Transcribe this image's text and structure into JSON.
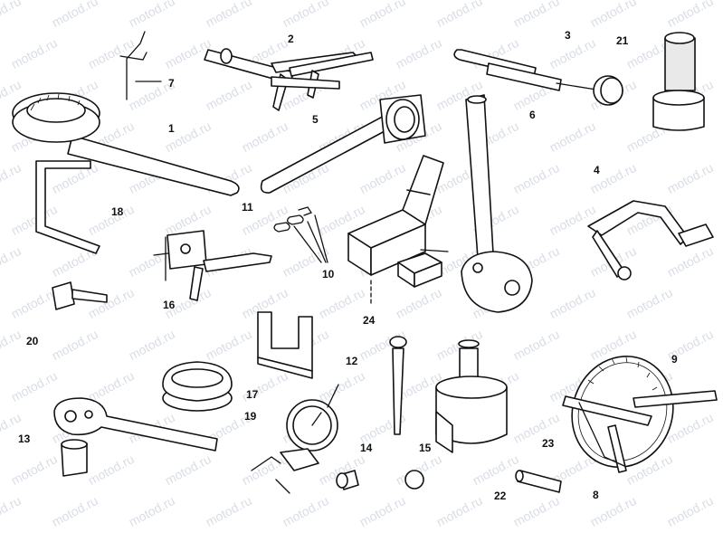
{
  "watermark_text": "motod.ru",
  "labels": {
    "l1": "1",
    "l2": "2",
    "l3": "3",
    "l4": "4",
    "l5": "5",
    "l6": "6",
    "l7": "7",
    "l8": "8",
    "l9": "9",
    "l10": "10",
    "l11": "11",
    "l12": "12",
    "l13": "13",
    "l14": "14",
    "l15": "15",
    "l16": "16",
    "l17": "17",
    "l18": "18",
    "l19": "19",
    "l20": "20",
    "l21": "21",
    "l22": "22",
    "l23": "23",
    "l24": "24"
  }
}
